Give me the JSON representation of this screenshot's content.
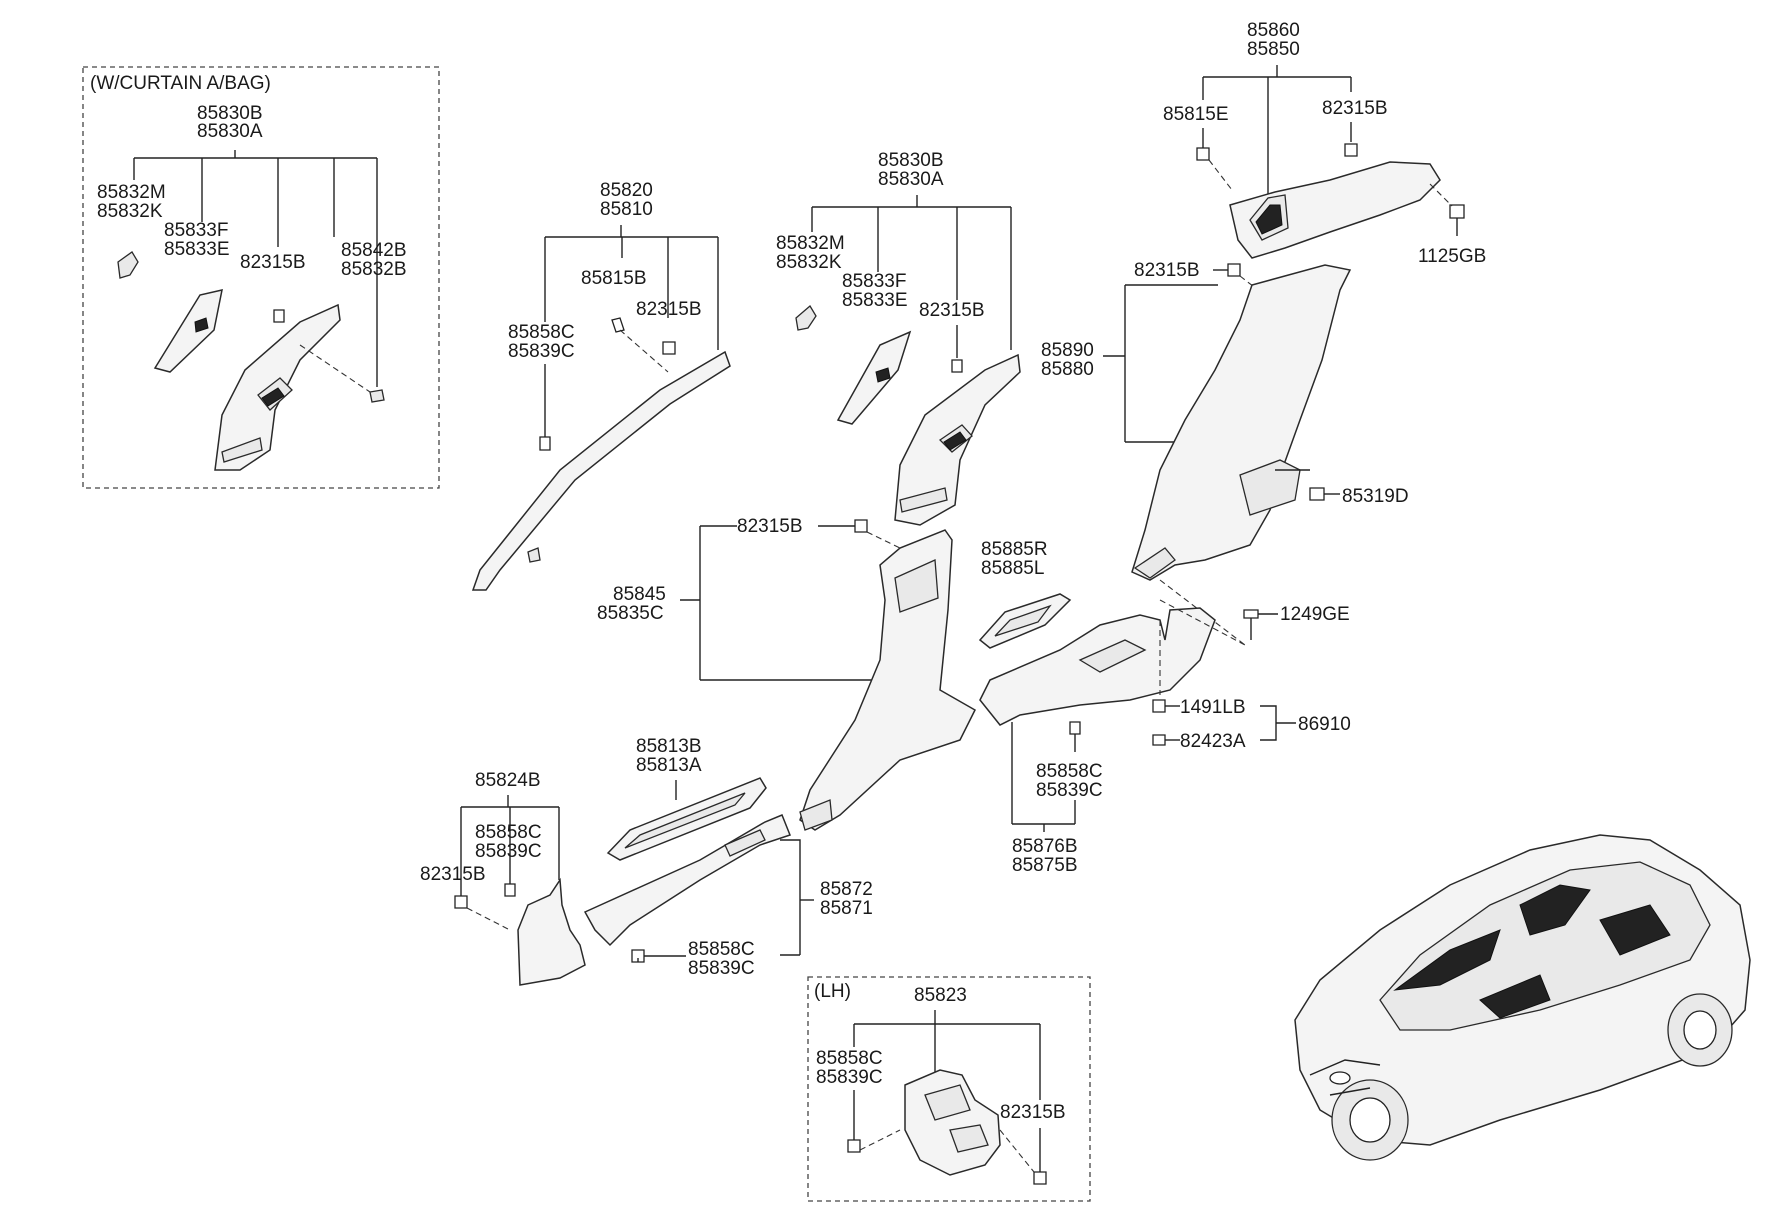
{
  "boxes": {
    "curtain_airbag": "(W/CURTAIN A/BAG)",
    "lh": "(LH)"
  },
  "labels": {
    "cab_top_a": "85830B",
    "cab_top_b": "85830A",
    "cab_832m": "85832M",
    "cab_832k": "85832K",
    "cab_833f": "85833F",
    "cab_833e": "85833E",
    "cab_clip": "82315B",
    "cab_842b": "85842B",
    "cab_832b": "85832B",
    "ap_top_a": "85820",
    "ap_top_b": "85810",
    "ap_815b": "85815B",
    "ap_clip": "82315B",
    "ap_858c": "85858C",
    "ap_839c": "85839C",
    "bp_top_a": "85830B",
    "bp_top_b": "85830A",
    "bp_832m": "85832M",
    "bp_832k": "85832K",
    "bp_833f": "85833F",
    "bp_833e": "85833E",
    "bp_clip": "82315B",
    "cp_top_a": "85860",
    "cp_top_b": "85850",
    "cp_815e": "85815E",
    "cp_clip": "82315B",
    "cp_1125gb": "1125GB",
    "qp_clip": "82315B",
    "qp_a": "85890",
    "qp_b": "85880",
    "qp_319d": "85319D",
    "lb_clip": "82315B",
    "lb_a": "85845",
    "lb_b": "85835C",
    "sc_a": "85885R",
    "sc_b": "85885L",
    "screw": "1249GE",
    "hw_1491lb": "1491LB",
    "hw_82423a": "82423A",
    "hw_86910": "86910",
    "rs_858c": "85858C",
    "rs_839c": "85839C",
    "rs_a": "85876B",
    "rs_b": "85875B",
    "fs_a": "85813B",
    "fs_b": "85813A",
    "kk_top": "85824B",
    "kk_858c": "85858C",
    "kk_839c": "85839C",
    "kk_clip": "82315B",
    "st_a": "85872",
    "st_b": "85871",
    "st_858c": "85858C",
    "st_839c": "85839C",
    "lh_top": "85823",
    "lh_858c": "85858C",
    "lh_839c": "85839C",
    "lh_clip": "82315B"
  }
}
